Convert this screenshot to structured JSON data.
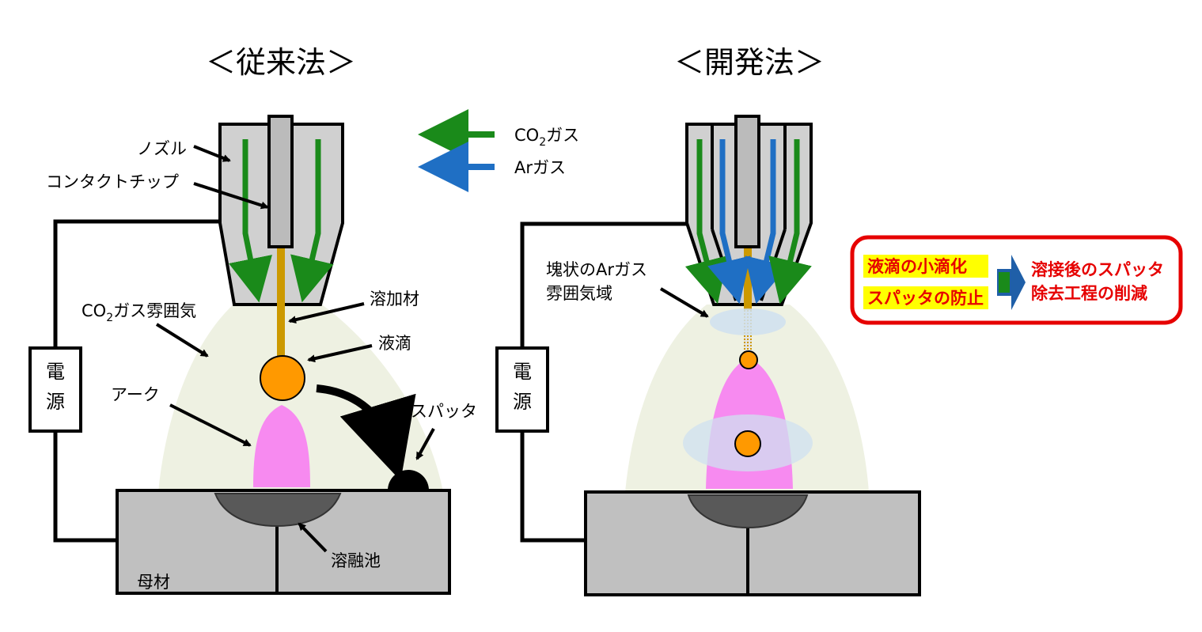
{
  "titles": {
    "conventional": "＜従来法＞",
    "developed": "＜開発法＞"
  },
  "legend": {
    "co2_gas": "CO",
    "co2_gas_sub": "2",
    "co2_gas_suffix": "ガス",
    "ar_gas": "Arガス",
    "co2_color": "#1a8a1a",
    "ar_color": "#1f6fc4"
  },
  "conventional_labels": {
    "nozzle": "ノズル",
    "contact_tip": "コンタクトチップ",
    "co2_atmosphere_prefix": "CO",
    "co2_atmosphere_sub": "2",
    "co2_atmosphere_suffix": "ガス雰囲気",
    "filler": "溶加材",
    "droplet": "液滴",
    "arc": "アーク",
    "spatter": "スパッタ",
    "power_supply_1": "電",
    "power_supply_2": "源",
    "weld_pool": "溶融池",
    "base_metal": "母材"
  },
  "developed_labels": {
    "ar_region_line1": "塊状のArガス",
    "ar_region_line2": "雰囲気域",
    "power_supply_1": "電",
    "power_supply_2": "源"
  },
  "result_box": {
    "cause1": "液滴の小滴化",
    "cause2": "スパッタの防止",
    "effect1": "溶接後のスパッタ",
    "effect2": "除去工程の削減",
    "border_color": "#e60000",
    "highlight_color": "#ffff00"
  },
  "colors": {
    "atmosphere": "#eef1e2",
    "arc": "#f78af0",
    "droplet": "#ff9900",
    "filler": "#cc9900",
    "metal": "#c0c0c0",
    "pool": "#595959",
    "nozzle": "#d0d0d0",
    "tip": "#bbbbbb",
    "ar_ellipse": "#cfe0f0"
  }
}
